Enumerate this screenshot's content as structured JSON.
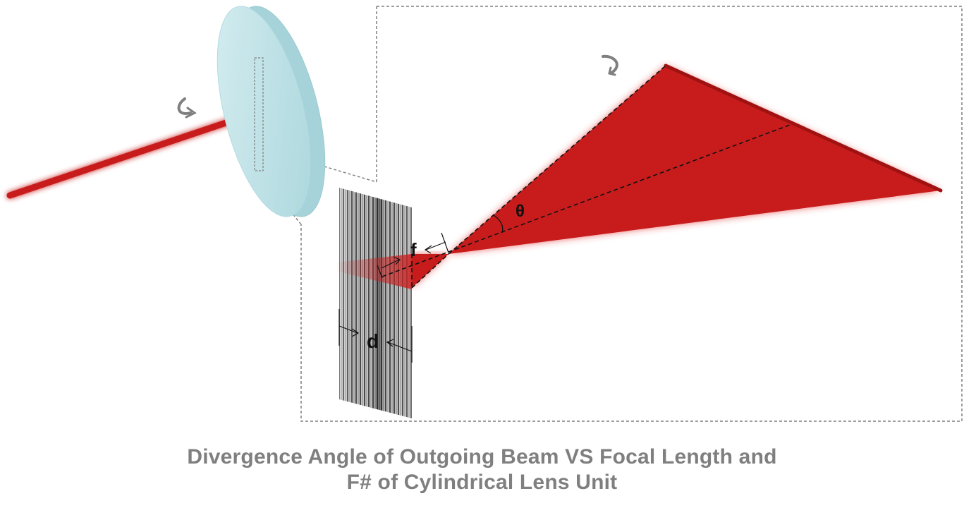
{
  "diagram": {
    "labels": {
      "focal_length": "f",
      "angle": "θ",
      "spacing": "d"
    }
  },
  "caption": {
    "line1": "Divergence Angle of Outgoing Beam VS Focal Length and",
    "line2": "F# of Cylindrical Lens Unit"
  },
  "colors": {
    "beam": "#c81e1e",
    "lens": "#c5e6ea",
    "callout": "#7f7f7f"
  }
}
